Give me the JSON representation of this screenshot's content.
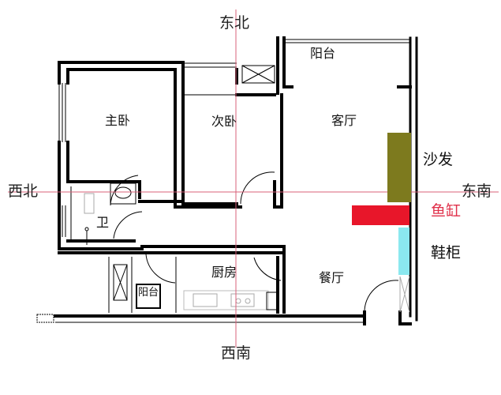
{
  "compass": {
    "north_east": "东北",
    "north_west": "西北",
    "south_east": "东南",
    "south_west": "西南"
  },
  "rooms": {
    "master_bedroom": "主卧",
    "second_bedroom": "次卧",
    "living_room": "客厅",
    "balcony_north": "阳台",
    "bathroom": "卫",
    "kitchen": "厨房",
    "dining_room": "餐厅",
    "balcony_small": "阳台"
  },
  "furniture": {
    "sofa": {
      "label": "沙发",
      "color": "#7d7a1e"
    },
    "fish_tank": {
      "label": "鱼缸",
      "color": "#e8162a"
    },
    "shoe_cabinet": {
      "label": "鞋柜",
      "color": "#8be8ef"
    }
  },
  "guides": {
    "color": "#d9607a"
  }
}
